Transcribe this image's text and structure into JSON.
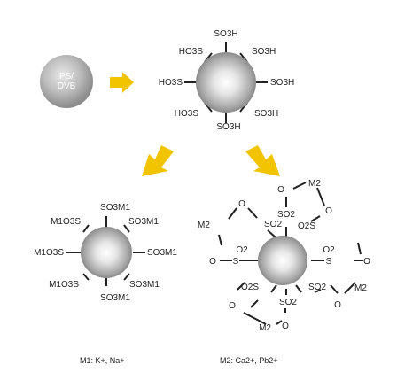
{
  "colors": {
    "arrow": "#f2c400",
    "sphere_light": "#ffffff",
    "sphere_dark": "#7a7a7a",
    "ink": "#222222"
  },
  "bead": {
    "text_line1": "PS/",
    "text_line2": "DVB"
  },
  "sulfonated": {
    "top": "SO3H",
    "tl": "HO3S",
    "tr": "SO3H",
    "left": "HO3S",
    "right": "SO3H",
    "bl": "HO3S",
    "br": "SO3H",
    "bottom": "SO3H"
  },
  "m1_particle": {
    "top": "SO3M1",
    "tl": "M1O3S",
    "tr": "SO3M1",
    "left": "M1O3S",
    "right": "SO3M1",
    "bl": "M1O3S",
    "br": "SO3M1",
    "bottom": "SO3M1"
  },
  "m2_particle": {
    "m2_top": "M2",
    "o_top_left": "O",
    "o_top_right": "O",
    "so2_top": "SO2",
    "o_tl": "O",
    "m2_tl": "M2",
    "so2_tl": "SO2",
    "o2s_top": "O2S",
    "o_left": "O",
    "s_left": "S",
    "o2_left": "O2",
    "o2_right": "O2",
    "s_right": "S",
    "o_right": "O",
    "o2s_bl": "O2S",
    "o_bl": "O",
    "so2_bc": "SO2",
    "so2_br": "SO2",
    "m2_right": "M2",
    "o_br": "O",
    "m2_bottom": "M2",
    "o_bottom": "O"
  },
  "captions": {
    "m1": "M1: K+, Na+",
    "m2": "M2:  Ca2+, Pb2+"
  }
}
